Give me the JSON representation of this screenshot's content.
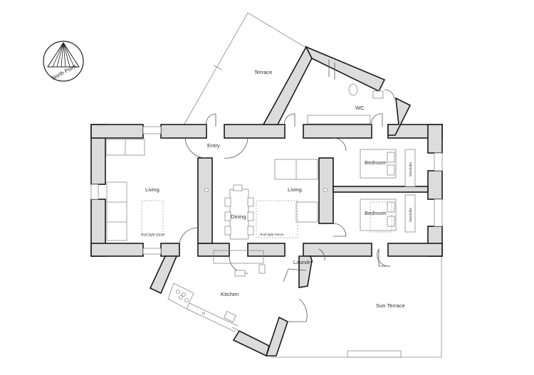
{
  "north_point": {
    "label": "North Point"
  },
  "rooms": {
    "terrace": "Terrace",
    "wc": "WC",
    "entry": "Entry",
    "living_left": "Living",
    "living_right": "Living",
    "dining": "Dining",
    "bedroom_top": "Bedroom",
    "bedroom_bottom": "Bedroom",
    "laundry": "Laundry",
    "kitchen": "Kitchen",
    "sun_terrace": "Sun Terrace"
  },
  "notes": {
    "roof_light_left": "Roof light Above",
    "roof_light_right": "Roof light Above",
    "wardrobe_top": "Wardrobe",
    "wardrobe_bottom": "Wardrobe"
  }
}
